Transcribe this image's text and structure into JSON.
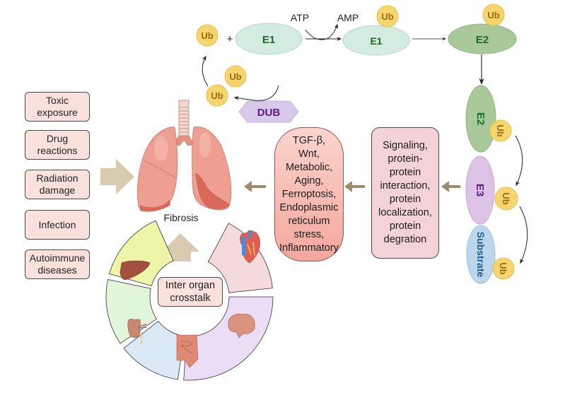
{
  "title": "Ubiquitination and deubiquitination in fibrosis",
  "colors": {
    "ub_fill": "#f7d56e",
    "ub_text": "#9a6b12",
    "e1_fill": "#d4ebe2",
    "e2_fill": "#a9c99a",
    "e3_fill": "#dcc3e6",
    "substrate_fill": "#bcd6ee",
    "dub_fill": "#d8c8ea",
    "dub_text": "#5b1a86",
    "enzyme_text": "#1c6b24",
    "e3_text": "#5b1a86",
    "substrate_text": "#1e5f87",
    "arrow_tan": "#d9cbb0",
    "arrow_brown": "#a08a6a",
    "cause_fill": "#fbe1dc"
  },
  "ubiquitin_cascade": {
    "ub_label": "Ub",
    "plus_sign": "+",
    "atp_label": "ATP",
    "amp_label": "AMP",
    "e1_label": "E1",
    "e1_loaded_label": "E1",
    "e2_label": "E2",
    "e2_vertical_label": "E2",
    "e3_label": "E3",
    "substrate_label": "Substrate",
    "dub_label": "DUB"
  },
  "causes": [
    {
      "label": "Toxic\nexposure"
    },
    {
      "label": "Drug\nreactions"
    },
    {
      "label": "Radiation\ndamage"
    },
    {
      "label": "Infection"
    },
    {
      "label": "Autoimmune\ndiseases"
    }
  ],
  "center": {
    "organ": "lungs",
    "label": "Fibrosis"
  },
  "pathways_box": {
    "text": "TGF-β,\nWnt,\nMetabolic,\nAging,\nFerroptosis,\nEndoplasmic\nreticulum\nstress,\nInflammatory"
  },
  "functions_box": {
    "text": "Signaling,\nprotein-\nprotein\ninteraction,\nprotein\nlocalization,\nprotein\ndegration"
  },
  "crosstalk": {
    "label": "Inter organ\ncrosstalk",
    "organs": [
      {
        "name": "liver",
        "fill": "#eef5a8"
      },
      {
        "name": "heart",
        "fill": "#f5dadb"
      },
      {
        "name": "kidney",
        "fill": "#e2f6dc"
      },
      {
        "name": "intestine",
        "fill": "#dbe9f7"
      },
      {
        "name": "brain",
        "fill": "#ebddf5"
      }
    ]
  }
}
